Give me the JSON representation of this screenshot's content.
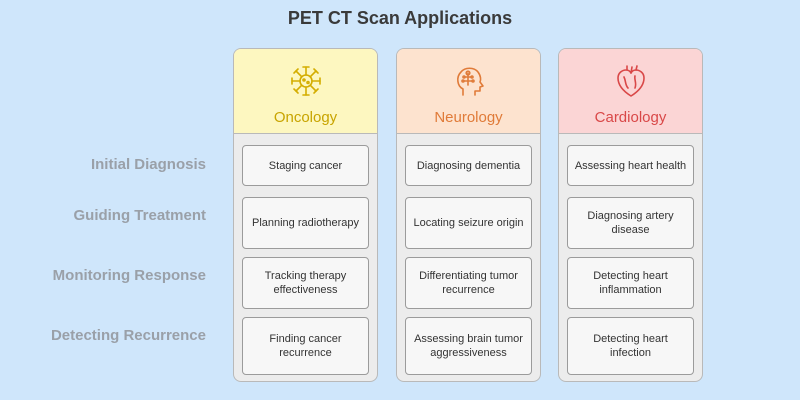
{
  "title": "PET CT Scan Applications",
  "rows": [
    "Initial Diagnosis",
    "Guiding Treatment",
    "Monitoring Response",
    "Detecting Recurrence"
  ],
  "columns": [
    {
      "title": "Oncology",
      "icon": "virus-icon",
      "head_bg": "#fdf7c0",
      "title_color": "#c8a400",
      "icon_color": "#d4ad00",
      "cells": [
        "Staging cancer",
        "Planning radiotherapy",
        "Tracking therapy effectiveness",
        "Finding cancer recurrence"
      ]
    },
    {
      "title": "Neurology",
      "icon": "brain-head-icon",
      "head_bg": "#fde3cf",
      "title_color": "#e07b39",
      "icon_color": "#e07b39",
      "cells": [
        "Diagnosing dementia",
        "Locating seizure origin",
        "Differentiating tumor recurrence",
        "Assessing brain tumor aggressiveness"
      ]
    },
    {
      "title": "Cardiology",
      "icon": "heart-icon",
      "head_bg": "#fbd5d5",
      "title_color": "#d94848",
      "icon_color": "#d94848",
      "cells": [
        "Assessing heart health",
        "Diagnosing artery disease",
        "Detecting heart inflammation",
        "Detecting heart infection"
      ]
    }
  ]
}
